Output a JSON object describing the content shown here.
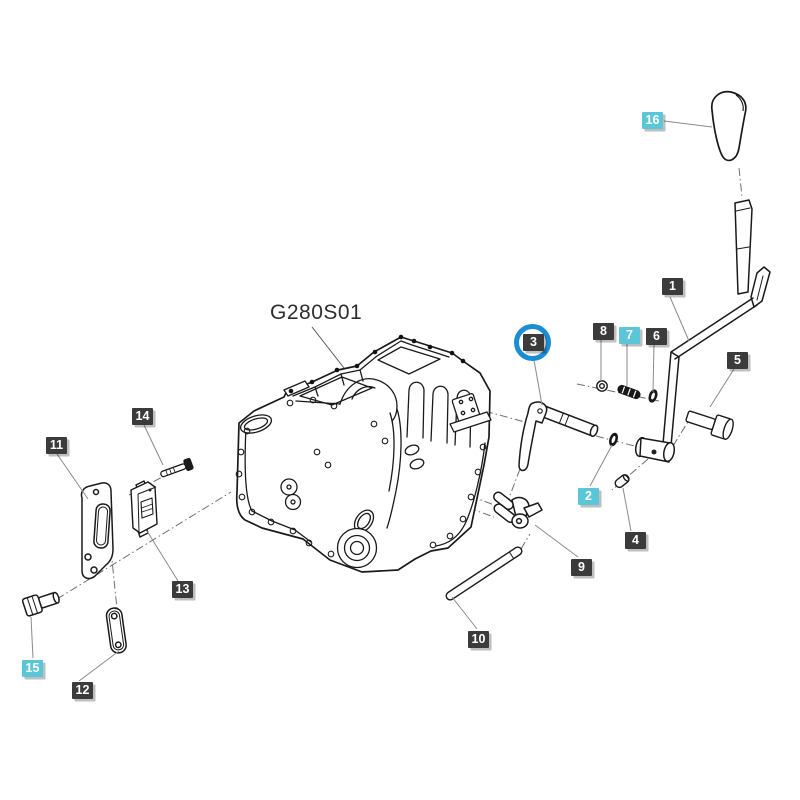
{
  "assembly": {
    "code": "G280S01"
  },
  "colors": {
    "label_dark": "#3b3b3b",
    "label_cyan": "#5bc6d7",
    "highlight_ring": "#1b8ed3",
    "label_text": "#ffffff",
    "drawing_line": "#1a1a1a",
    "leader_line": "#8a8a8a"
  },
  "labels": [
    {
      "num": "1",
      "variant": "dark"
    },
    {
      "num": "2",
      "variant": "cyan"
    },
    {
      "num": "3",
      "variant": "dark",
      "ringed": true
    },
    {
      "num": "4",
      "variant": "dark"
    },
    {
      "num": "5",
      "variant": "dark"
    },
    {
      "num": "6",
      "variant": "dark"
    },
    {
      "num": "7",
      "variant": "cyan"
    },
    {
      "num": "8",
      "variant": "dark"
    },
    {
      "num": "9",
      "variant": "dark"
    },
    {
      "num": "10",
      "variant": "dark"
    },
    {
      "num": "11",
      "variant": "dark"
    },
    {
      "num": "12",
      "variant": "dark"
    },
    {
      "num": "13",
      "variant": "dark"
    },
    {
      "num": "14",
      "variant": "dark"
    },
    {
      "num": "15",
      "variant": "cyan"
    },
    {
      "num": "16",
      "variant": "cyan"
    }
  ]
}
